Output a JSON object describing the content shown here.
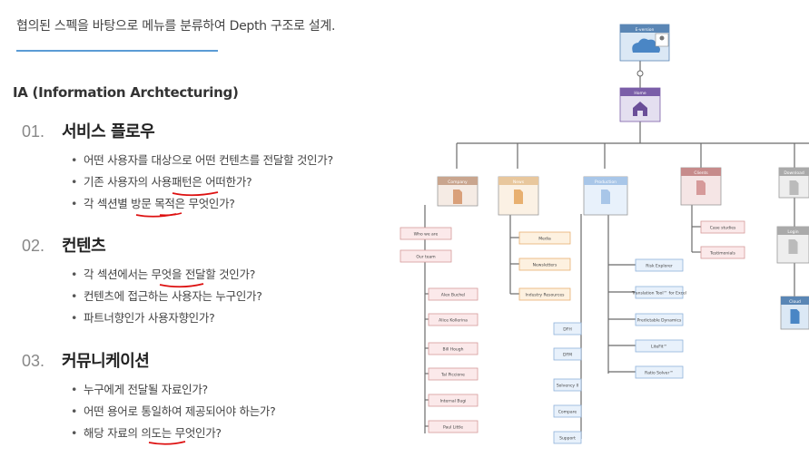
{
  "header": {
    "text": "협의된 스펙을 바탕으로 메뉴를 분류하여 Depth 구조로 설계."
  },
  "ia_title": "IA (Information Archtecturing)",
  "sections": [
    {
      "num": "01.",
      "title": "서비스 플로우",
      "bullets": [
        "어떤 사용자를 대상으로 어떤 컨텐츠를 전달할 것인가?",
        "기존 사용자의 사용패턴은 어떠한가?",
        "각 섹션별 방문 목적은 무엇인가?"
      ]
    },
    {
      "num": "02.",
      "title": "컨텐츠",
      "bullets": [
        "각 섹션에서는 무엇을 전달할 것인가?",
        "컨텐츠에 접근하는 사용자는 누구인가?",
        "파트너향인가 사용자향인가?"
      ]
    },
    {
      "num": "03.",
      "title": "커뮤니케이션",
      "bullets": [
        "누구에게 전달될 자료인가?",
        "어떤 용어로 통일하여 제공되어야 하는가?",
        "해당 자료의 의도는 무엇인가?"
      ]
    }
  ],
  "diagram": {
    "root": "E-version",
    "home": "Home",
    "categories": [
      "Company",
      "News",
      "Production",
      "Clients",
      "Download",
      "Login",
      "Cloud"
    ],
    "company_items": [
      "Who we are",
      "Our team",
      "Alex Buchel",
      "Alice Kollerina",
      "Bill Hough",
      "Tal Piccione",
      "Internal Bugi",
      "Paul Little"
    ],
    "news_items": [
      "Media",
      "Newsletters",
      "Industry Resources"
    ],
    "production_items": [
      "Risk Explorer",
      "Translation Tool™ for Excel",
      "Predictable Dynamics",
      "LiteFit™",
      "Ratio Solver™"
    ],
    "production_sub_items": [
      "DFH",
      "DFM",
      "Solvency II",
      "Compare",
      "Support"
    ],
    "clients_items": [
      "Case studies",
      "Testimonials"
    ]
  }
}
